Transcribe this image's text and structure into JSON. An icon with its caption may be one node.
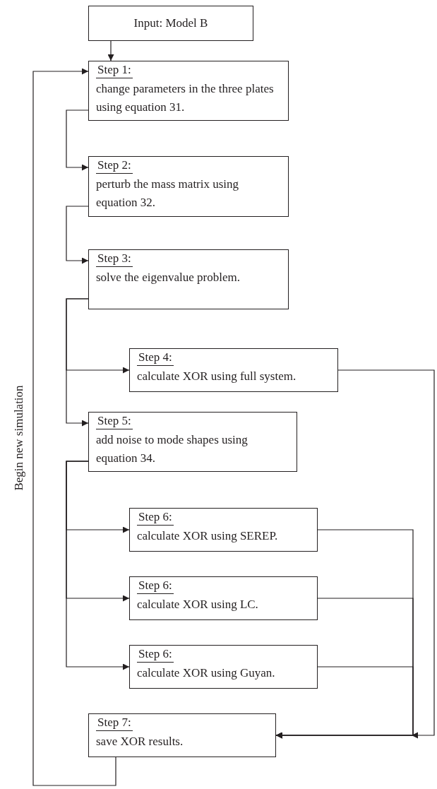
{
  "diagram": {
    "nodes": [
      {
        "text": [
          "Input: Model B"
        ]
      },
      {
        "text": [
          "Step 1:",
          "change parameters in the three plates using equation 31."
        ]
      },
      {
        "text": [
          "Step 2:",
          "perturb the mass matrix using equation 32."
        ]
      },
      {
        "text": [
          "Step 3:",
          "solve the eigenvalue problem."
        ]
      },
      {
        "text": [
          "Step 4:",
          "calculate XOR using full system."
        ]
      },
      {
        "text": [
          "Step 5:",
          "add noise to mode shapes using equation 34."
        ]
      },
      {
        "text": [
          "Step 6:",
          "calculate XOR using SEREP."
        ]
      },
      {
        "text": [
          "Step 6:",
          "calculate XOR using LC."
        ]
      },
      {
        "text": [
          "Step 6:",
          "calculate XOR using Guyan."
        ]
      },
      {
        "text": [
          "Step 7:",
          "save XOR results."
        ]
      }
    ],
    "edges": [
      {
        "from": 0,
        "to": 1,
        "arrow": "to"
      },
      {
        "from": 1,
        "to": 2,
        "arrow": "to"
      },
      {
        "from": 2,
        "to": 3,
        "arrow": "to"
      },
      {
        "from": 3,
        "to": 4,
        "arrow": "to"
      },
      {
        "from": 3,
        "to": 5,
        "arrow": "to"
      },
      {
        "from": 5,
        "to": 6,
        "arrow": "to"
      },
      {
        "from": 5,
        "to": 7,
        "arrow": "to"
      },
      {
        "from": 5,
        "to": 8,
        "arrow": "to"
      },
      {
        "from": 4,
        "to": 9,
        "arrow": "to"
      },
      {
        "from": 6,
        "to": 9,
        "arrow": "to"
      },
      {
        "from": 7,
        "to": 9,
        "arrow": "to"
      },
      {
        "from": 8,
        "to": 9,
        "arrow": "to"
      },
      {
        "from": 9,
        "to": 1,
        "arrow": "to"
      }
    ],
    "labels": [
      "Begin new simulation"
    ]
  }
}
